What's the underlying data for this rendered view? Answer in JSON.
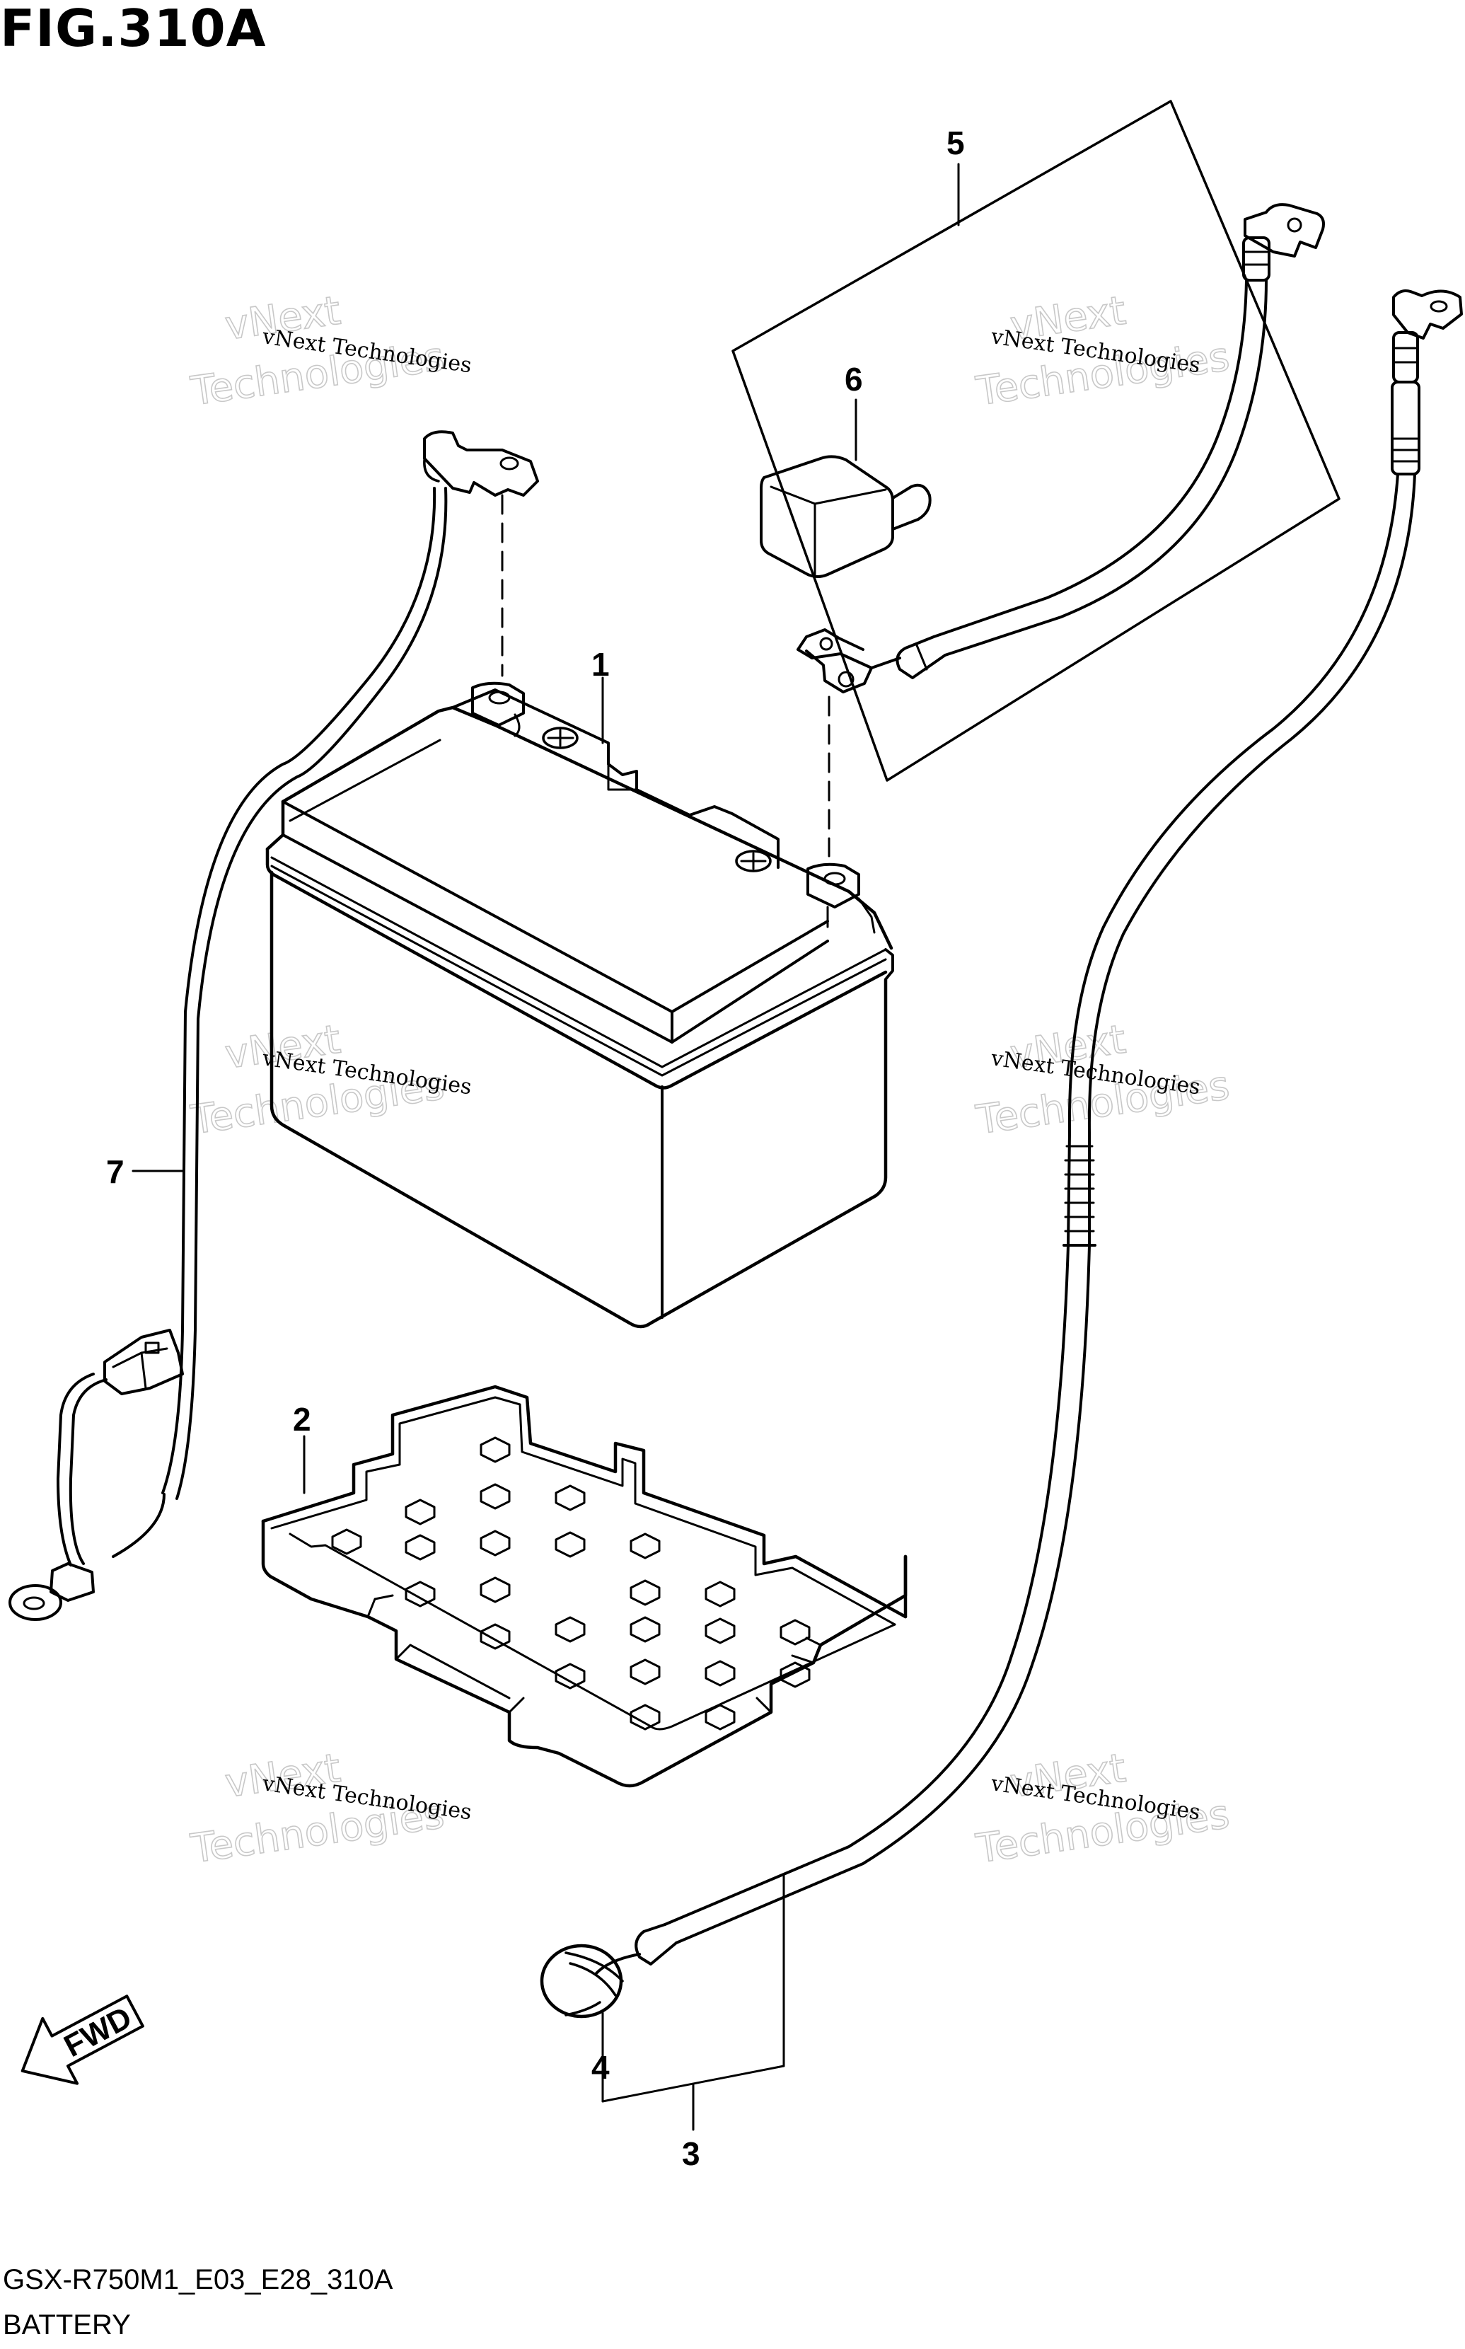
{
  "figure": {
    "title": "FIG.310A",
    "code": "GSX-R750M1_E03_E28_310A",
    "name": "BATTERY"
  },
  "callouts": {
    "c1": "1",
    "c2": "2",
    "c3": "3",
    "c4": "4",
    "c5": "5",
    "c6": "6",
    "c7": "7"
  },
  "watermark": {
    "line1": "vNext Technologies",
    "line2": "vNext",
    "line3": "Technologies"
  },
  "direction": {
    "label": "FWD"
  },
  "colors": {
    "line": "#000000",
    "background": "#ffffff",
    "watermark_outline": "#c8c8c8"
  }
}
